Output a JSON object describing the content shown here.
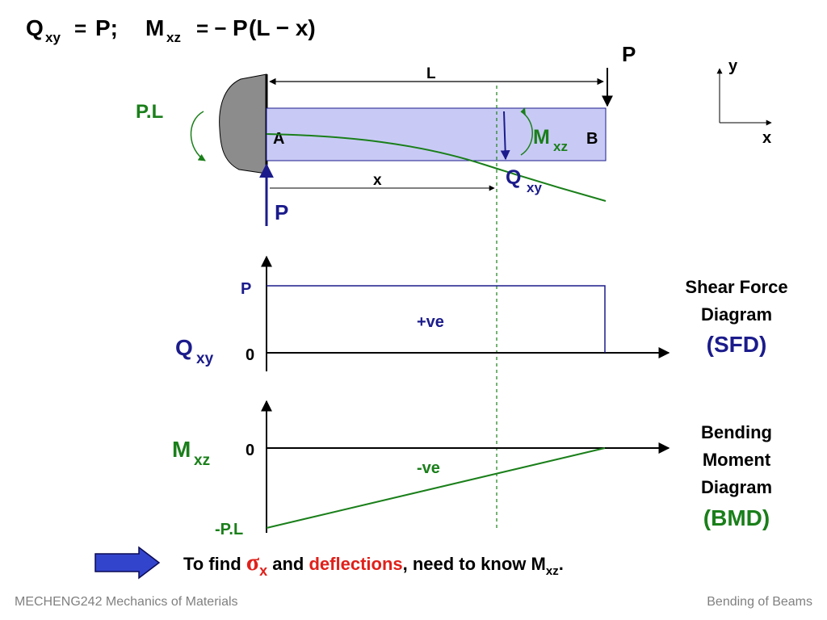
{
  "colors": {
    "black": "#000000",
    "blue": "#1b1b8c",
    "green": "#1a7f1a",
    "red": "#e0201a",
    "beam_fill": "#c8caf5",
    "wall_fill": "#8c8c8c",
    "arrow_fill": "#3344cc",
    "footer_gray": "#808080"
  },
  "equation": {
    "q": "Q",
    "q_sub": "xy",
    "eq_sign": "=",
    "p_semicolon": "P;",
    "m": "M",
    "m_sub": "xz",
    "rhs_sign": "= −",
    "rhs_p": "P",
    "rhs_paren": "(L − x)"
  },
  "beam": {
    "load": "P",
    "length": "L",
    "end_a": "A",
    "end_b": "B",
    "moment_label": "P.L",
    "reaction": "P",
    "position": "x",
    "section_m": "M",
    "section_m_sub": "xz",
    "section_q": "Q",
    "section_q_sub": "xy"
  },
  "axes_icon": {
    "y": "y",
    "x": "x"
  },
  "sfd": {
    "axis_label": "Q",
    "axis_label_sub": "xy",
    "tick_p": "P",
    "tick_zero": "0",
    "region": "+ve",
    "title_line1": "Shear Force",
    "title_line2": "Diagram",
    "abbr": "(SFD)"
  },
  "bmd": {
    "axis_label": "M",
    "axis_label_sub": "xz",
    "tick_zero": "0",
    "tick_neg": "-P.L",
    "region": "-ve",
    "title_line1": "Bending",
    "title_line2": "Moment",
    "title_line3": "Diagram",
    "abbr": "(BMD)"
  },
  "note": {
    "part1": "To find ",
    "sigma": "σ",
    "sigma_sub": "x",
    "part2": " and ",
    "deflections": "deflections",
    "part3": ", need to know M",
    "m_sub": "xz",
    "period": "."
  },
  "footer": {
    "left": "MECHENG242 Mechanics of Materials",
    "right": "Bending of Beams"
  }
}
